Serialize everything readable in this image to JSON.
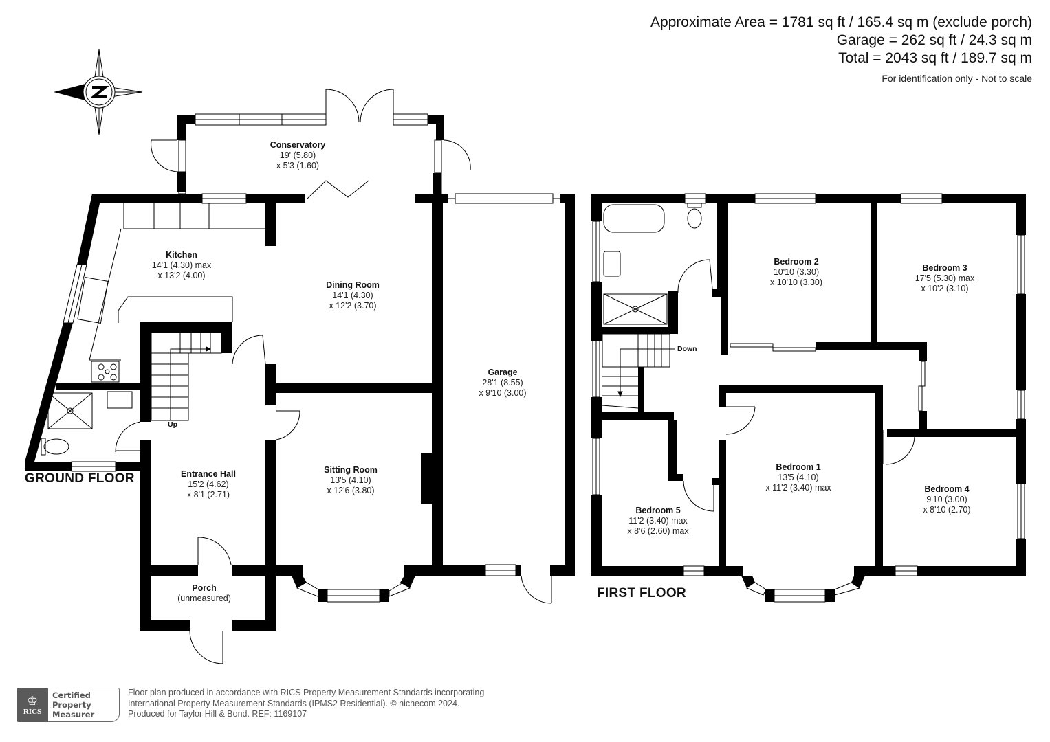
{
  "header": {
    "area_lines": [
      "Approximate Area = 1781 sq ft / 165.4 sq m (exclude porch)",
      "Garage = 262 sq ft / 24.3 sq m",
      "Total = 2043 sq ft / 189.7 sq m"
    ],
    "note": "For identification only - Not to scale"
  },
  "compass": {
    "icon": "north-compass-icon",
    "letter": "N"
  },
  "ground_floor": {
    "label": "GROUND FLOOR",
    "stair_label": "Up",
    "rooms": [
      {
        "name": "Conservatory",
        "dim1": "19' (5.80)",
        "dim2": "x 5'3 (1.60)"
      },
      {
        "name": "Kitchen",
        "dim1": "14'1 (4.30) max",
        "dim2": "x 13'2 (4.00)"
      },
      {
        "name": "Dining Room",
        "dim1": "14'1 (4.30)",
        "dim2": "x 12'2 (3.70)"
      },
      {
        "name": "Garage",
        "dim1": "28'1 (8.55)",
        "dim2": "x 9'10 (3.00)"
      },
      {
        "name": "Entrance Hall",
        "dim1": "15'2 (4.62)",
        "dim2": "x 8'1 (2.71)"
      },
      {
        "name": "Sitting Room",
        "dim1": "13'5 (4.10)",
        "dim2": "x 12'6 (3.80)"
      },
      {
        "name": "Porch",
        "dim1": "(unmeasured)",
        "dim2": ""
      }
    ]
  },
  "first_floor": {
    "label": "FIRST FLOOR",
    "stair_label": "Down",
    "rooms": [
      {
        "name": "Bedroom 2",
        "dim1": "10'10 (3.30)",
        "dim2": "x 10'10 (3.30)"
      },
      {
        "name": "Bedroom 3",
        "dim1": "17'5 (5.30) max",
        "dim2": "x 10'2 (3.10)"
      },
      {
        "name": "Bedroom 1",
        "dim1": "13'5 (4.10)",
        "dim2": "x 11'2 (3.40) max"
      },
      {
        "name": "Bedroom 4",
        "dim1": "9'10 (3.00)",
        "dim2": "x 8'10 (2.70)"
      },
      {
        "name": "Bedroom 5",
        "dim1": "11'2 (3.40) max",
        "dim2": "x 8'6 (2.60) max"
      }
    ]
  },
  "footer": {
    "badge": {
      "org": "RICS",
      "line1": "Certified",
      "line2": "Property",
      "line3": "Measurer"
    },
    "lines": [
      "Floor plan produced in accordance with RICS Property Measurement Standards incorporating",
      "International Property Measurement Standards (IPMS2 Residential).   © nichecom 2024.",
      "Produced for Taylor Hill & Bond.   REF: 1169107"
    ]
  },
  "colors": {
    "wall": "#000000",
    "text": "#111111",
    "footer_text": "#555555",
    "badge_gray": "#5a5a5a"
  }
}
